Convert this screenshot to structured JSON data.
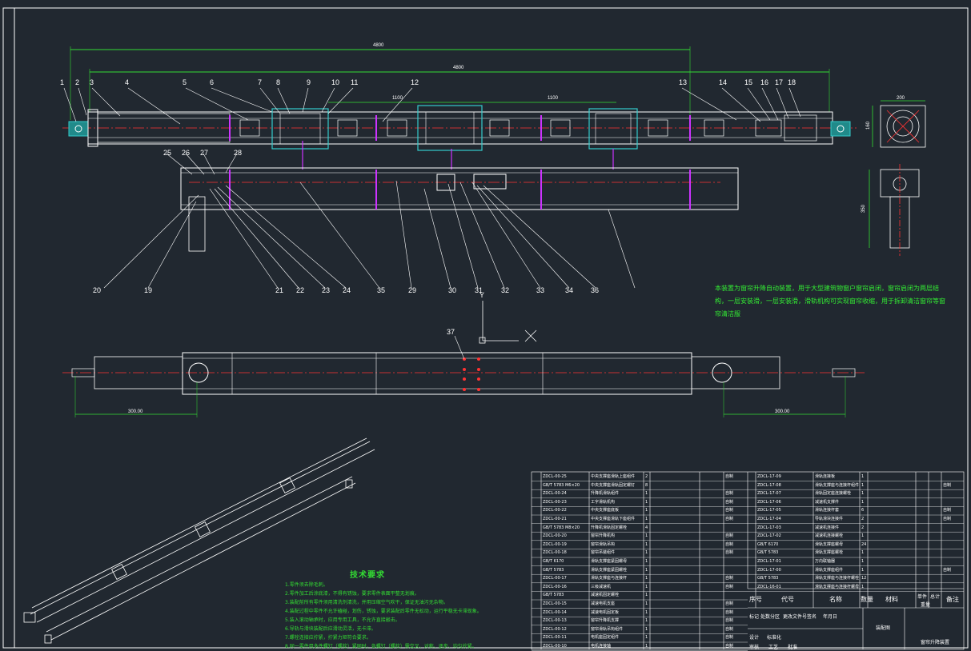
{
  "colors": {
    "background": "#212830",
    "frame": "#ffffff",
    "part_outline": "#ffffff",
    "section_marker": "#cc33ff",
    "center_line": "#ff3333",
    "carriage": "#33cccc",
    "dimension": "#33dd33",
    "notes_text": "#33dd33"
  },
  "balloons": [
    "1",
    "2",
    "3",
    "4",
    "5",
    "6",
    "7",
    "8",
    "9",
    "10",
    "11",
    "12",
    "13",
    "14",
    "15",
    "16",
    "17",
    "18",
    "19",
    "20",
    "21",
    "22",
    "23",
    "24",
    "25",
    "26",
    "27",
    "28",
    "29",
    "30",
    "31",
    "32",
    "33",
    "34",
    "35",
    "36",
    "37"
  ],
  "front_view": {
    "dims": {
      "overall_1": "4800",
      "overall_2": "4800",
      "span_left": "1100",
      "span_right": "1100"
    }
  },
  "plan_view": {
    "dims": {
      "left": "300.00",
      "right": "300.00"
    }
  },
  "side_view": {
    "dims": {
      "width": "200",
      "height_small": "160",
      "height_large": "350"
    }
  },
  "ucs": {
    "y": "Y",
    "x": "X"
  },
  "description": "本装置为窗帘升降自动装置，用于大型建筑物窗户窗帘启闭，窗帘启闭为两层结构，一层安装滑，一层安装滑，滑轨机构可实现窗帘收缩，用于拆卸清洁窗帘等窗帘清洁服",
  "tech_notes": {
    "title": "技术要求",
    "lines": [
      "1.零件须去除毛刺。",
      "2.零件加工后涂底漆，不得有锈蚀，要求零件表面平整无划痕。",
      "3.装配前所有零件须用清洗剂清洗，并用压缩空气吹干，保证无油污无杂物。",
      "4.装配过程中零件不允许磕碰，划伤，锈蚀，要求装配后零件无松动，运行平稳无卡滞现象。",
      "5.装入滚动轴承时，应用专用工具，不允许直接敲击。",
      "6.导轨与滑块装配后应滑动灵活，无卡滞。",
      "7.螺栓连接应拧紧，拧紧力矩符合要求。",
      "8.同一零件用多件螺钉（螺栓）紧固时，各螺钉（螺栓）需交叉、对称、逐步、均匀拧紧。"
    ]
  },
  "bom": {
    "header": [
      "序号",
      "代号",
      "名称",
      "数量",
      "材料",
      "单件",
      "总计",
      "备注"
    ],
    "header_sub": "重量",
    "left_rows": [
      [
        "",
        "ZDCL-00-25",
        "中央支撑座滑轨上座组件",
        "2",
        "",
        "自制"
      ],
      [
        "",
        "GB/T 5783 M6×20",
        "中央支撑座滑轨固定螺钉",
        "8",
        "",
        ""
      ],
      [
        "",
        "ZDCL-00-24",
        "升降机滑轨组件",
        "1",
        "",
        "自制"
      ],
      [
        "",
        "ZDCL-00-23",
        "工字滑轨机构",
        "1",
        "",
        "自制"
      ],
      [
        "",
        "ZDCL-00-22",
        "中央支撑座底板",
        "1",
        "",
        "自制"
      ],
      [
        "",
        "ZDCL-00-21",
        "中央支撑座滑轨下座组件",
        "1",
        "",
        "自制"
      ],
      [
        "",
        "GB/T 5783 M8×20",
        "升降机滑轨固定螺栓",
        "4",
        "",
        ""
      ],
      [
        "",
        "ZDCL-00-20",
        "窗帘升降机构",
        "1",
        "",
        "自制"
      ],
      [
        "",
        "ZDCL-00-19",
        "窗帘滑轨吊钩",
        "1",
        "",
        "自制"
      ],
      [
        "",
        "ZDCL-00-18",
        "窗帘吊装组件",
        "1",
        "",
        "自制"
      ],
      [
        "",
        "GB/T 6170",
        "滑轨支撑座紧固螺母",
        "1",
        "",
        ""
      ],
      [
        "",
        "GB/T 5783",
        "滑轨支撑座紧固螺栓",
        "1",
        "",
        ""
      ],
      [
        "",
        "ZDCL-00-17",
        "滑轨支撑座与连接杆",
        "1",
        "",
        "自制"
      ],
      [
        "",
        "ZDCL-00-16",
        "三级减速机",
        "1",
        "",
        "自制"
      ],
      [
        "",
        "GB/T 5783",
        "减速机固定螺栓",
        "1",
        "",
        ""
      ],
      [
        "",
        "ZDCL-00-15",
        "减速电机支座",
        "1",
        "",
        "自制"
      ],
      [
        "",
        "ZDCL-00-14",
        "减速电机固定板",
        "1",
        "",
        "自制"
      ],
      [
        "",
        "ZDCL-00-13",
        "窗帘升降机支撑",
        "1",
        "",
        "自制"
      ],
      [
        "",
        "ZDCL-00-12",
        "窗帘滑轨吊钩组件",
        "1",
        "",
        "自制"
      ],
      [
        "",
        "ZDCL-00-11",
        "电机座固定组件",
        "1",
        "",
        "自制"
      ],
      [
        "",
        "ZDCL-00-10",
        "电机连接轴",
        "1",
        "",
        "自制"
      ]
    ],
    "right_rows": [
      [
        "",
        "ZDCL-17-09",
        "滑轨连接板",
        "1",
        "",
        ""
      ],
      [
        "",
        "ZDCL-17-08",
        "滑轨支撑座与连接杆组件",
        "1",
        "",
        "自制"
      ],
      [
        "",
        "ZDCL-17-07",
        "滑轨固定座连接螺栓",
        "1",
        "",
        ""
      ],
      [
        "",
        "ZDCL-17-06",
        "减速机支撑件",
        "1",
        "",
        ""
      ],
      [
        "",
        "ZDCL-17-05",
        "滑轨连接杆套",
        "6",
        "",
        "自制"
      ],
      [
        "",
        "ZDCL-17-04",
        "导轨滑块连接件",
        "2",
        "",
        "自制"
      ],
      [
        "",
        "ZDCL-17-03",
        "减速机连接件",
        "2",
        "",
        ""
      ],
      [
        "",
        "ZDCL-17-02",
        "减速机连接螺栓",
        "1",
        "",
        ""
      ],
      [
        "",
        "GB/T 6170",
        "滑轨支撑座螺母",
        "24",
        "",
        ""
      ],
      [
        "",
        "GB/T 5783",
        "滑轨支撑座螺栓",
        "1",
        "",
        ""
      ],
      [
        "",
        "ZDCL-17-01",
        "万向联轴器",
        "1",
        "",
        ""
      ],
      [
        "",
        "ZDCL-17-00",
        "滑轨支撑座组件",
        "1",
        "",
        "自制"
      ],
      [
        "",
        "GB/T 5783",
        "滑轨支撑座与连接杆螺栓",
        "12",
        "",
        ""
      ],
      [
        "",
        "ZDCL-16-01",
        "滑轨支撑座与连接杆螺母",
        "1",
        "",
        ""
      ]
    ]
  },
  "title_block": {
    "cells": [
      "设计",
      "标准化",
      "审核",
      "工艺",
      "批准",
      "标记",
      "处数",
      "分区",
      "更改文件号",
      "签名",
      "年月日"
    ],
    "drawing_title": "窗帘升降装置",
    "company": "装配图"
  }
}
